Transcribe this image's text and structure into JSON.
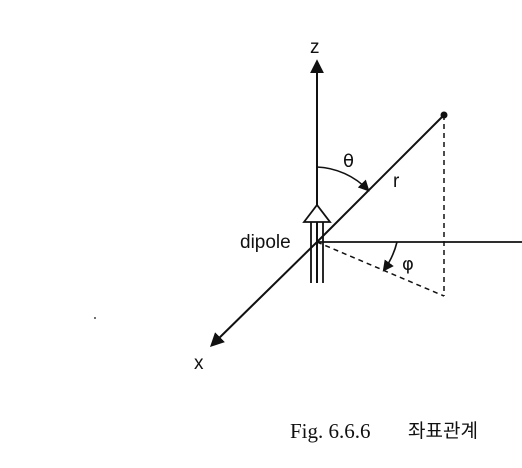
{
  "labels": {
    "z_axis": "z",
    "x_axis": "x",
    "theta": "θ",
    "r": "r",
    "dipole": "dipole",
    "phi": "φ"
  },
  "caption": {
    "figure_number": "Fig. 6.6.6",
    "title": "좌표관계"
  },
  "colors": {
    "ink": "#111111",
    "background": "#ffffff"
  }
}
